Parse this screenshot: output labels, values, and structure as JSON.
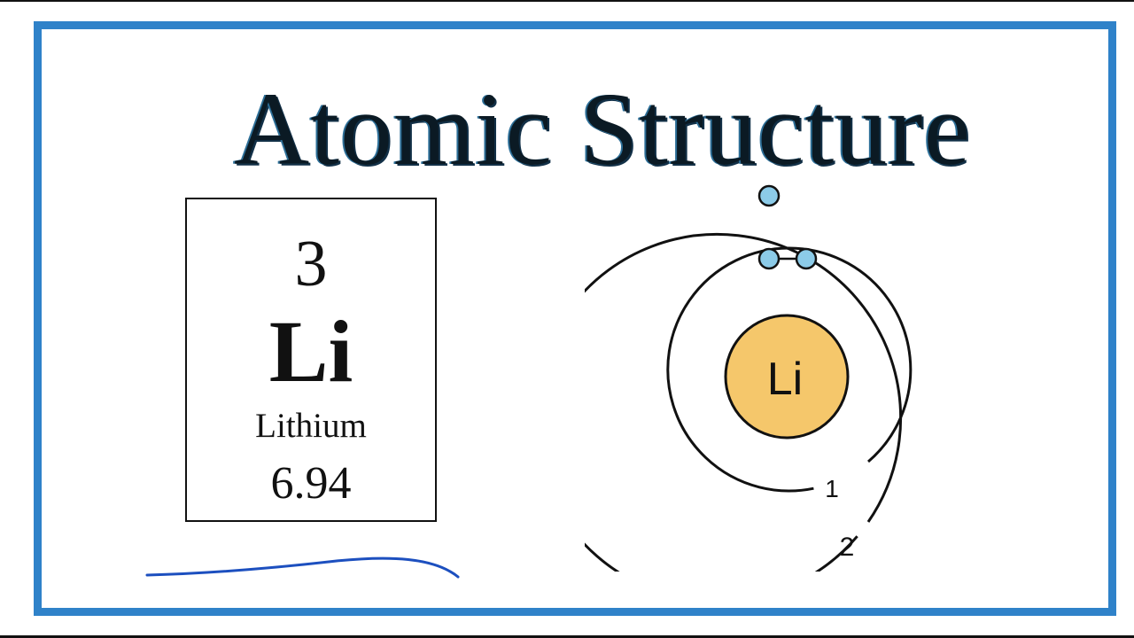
{
  "title": "Atomic Structure",
  "element": {
    "atomic_number": "3",
    "symbol": "Li",
    "name": "Lithium",
    "atomic_mass": "6.94"
  },
  "bohr_model": {
    "nucleus_label": "Li",
    "shells": [
      {
        "label": "1",
        "electrons": 2
      },
      {
        "label": "2",
        "electrons": 1
      }
    ]
  },
  "colors": {
    "frame": "#2f82c9",
    "nucleus": "#f5c76b",
    "electron": "#8ccbe8",
    "scribble": "#1c4fbf"
  }
}
